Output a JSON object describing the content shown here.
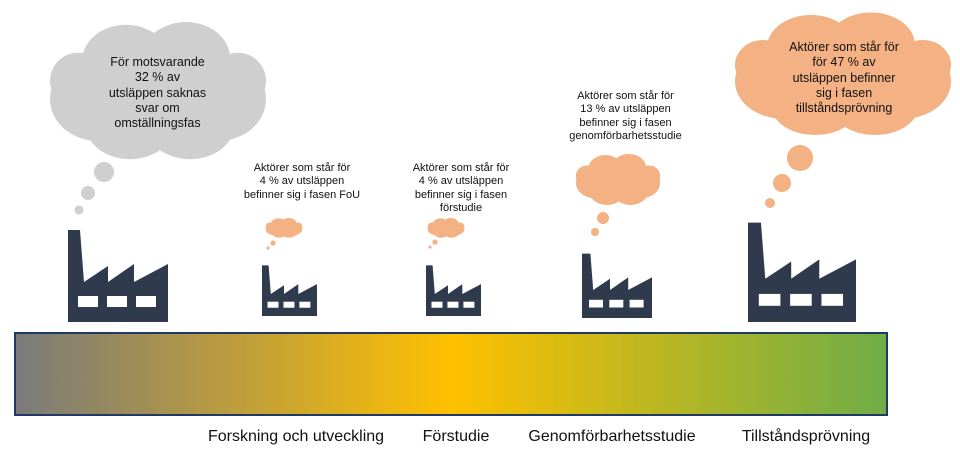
{
  "colors": {
    "factory": "#2f3b4c",
    "window": "#ffffff",
    "cloud_gray": "#cfcfcf",
    "cloud_orange": "#f4b183",
    "bar_border": "#1f3864",
    "gradient_start": "#7a7a7a",
    "gradient_mid": "#ffc000",
    "gradient_end": "#70ad47"
  },
  "icons": [
    "factory-icon",
    "thought-cloud-icon"
  ],
  "stages": [
    {
      "id": "unknown",
      "label": "",
      "share_percent": 32,
      "cloud_color": "gray",
      "bubble_text": "För motsvarande\n32 % av\nutsläppen saknas\nsvar om\nomställningsfas"
    },
    {
      "id": "fou",
      "label": "Forskning och utveckling",
      "share_percent": 4,
      "cloud_color": "orange",
      "bubble_text": "Aktörer som står för\n4 % av utsläppen\nbefinner sig i fasen FoU"
    },
    {
      "id": "forstudie",
      "label": "Förstudie",
      "share_percent": 4,
      "cloud_color": "orange",
      "bubble_text": "Aktörer som står för\n4 % av utsläppen\nbefinner sig i fasen\nförstudie"
    },
    {
      "id": "genomforbarhet",
      "label": "Genomförbarhetsstudie",
      "share_percent": 13,
      "cloud_color": "orange",
      "bubble_text": "Aktörer som står för\n13 % av utsläppen\nbefinner sig i fasen\ngenomförbarhetsstudie"
    },
    {
      "id": "tillstand",
      "label": "Tillståndsprövning",
      "share_percent": 47,
      "cloud_color": "orange",
      "bubble_text": "Aktörer som står för\nför 47 % av\nutsläppen befinner\nsig i fasen\ntillståndsprövning"
    }
  ]
}
